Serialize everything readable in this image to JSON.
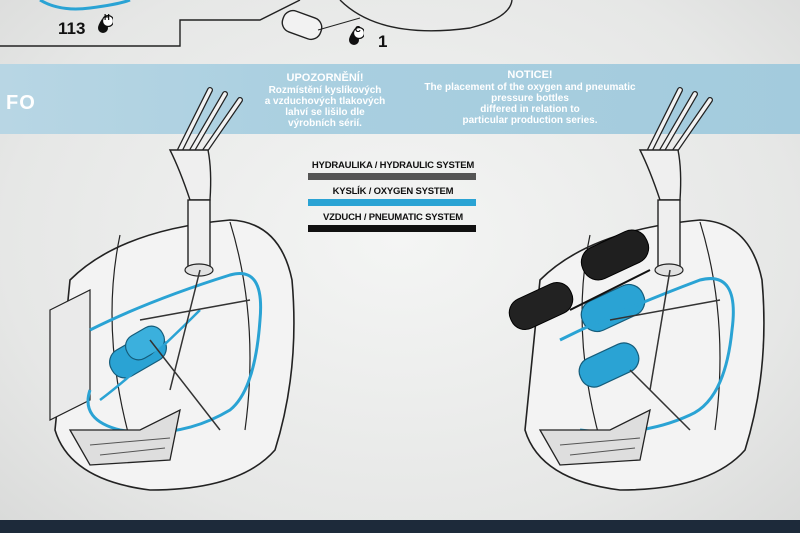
{
  "callouts": {
    "left_part_number": "113",
    "left_paint_code": "H",
    "right_paint_code": "C",
    "right_part_number": "1"
  },
  "band": {
    "left_fragment": "FO"
  },
  "notice_cz": {
    "title": "UPOZORNĚNÍ!",
    "lines": [
      "Rozmístění kyslíkových",
      "a vzduchových tlakových",
      "lahví se lišilo dle",
      "výrobních sérií."
    ]
  },
  "notice_en": {
    "title": "NOTICE!",
    "lines": [
      "The placement of the oxygen and pneumatic",
      "pressure bottles",
      "differed in relation to",
      "particular production series."
    ]
  },
  "legend": {
    "items": [
      {
        "label": "HYDRAULIKA / HYDRAULIC SYSTEM",
        "color": "#555555"
      },
      {
        "label": "KYSLÍK / OXYGEN SYSTEM",
        "color": "#2aa3d4"
      },
      {
        "label": "VZDUCH / PNEUMATIC SYSTEM",
        "color": "#111111"
      }
    ]
  },
  "colors": {
    "oxygen": "#2aa3d4",
    "pneumatic": "#1a1a1a",
    "hydraulic": "#555555",
    "band": "#a9cfe0"
  }
}
